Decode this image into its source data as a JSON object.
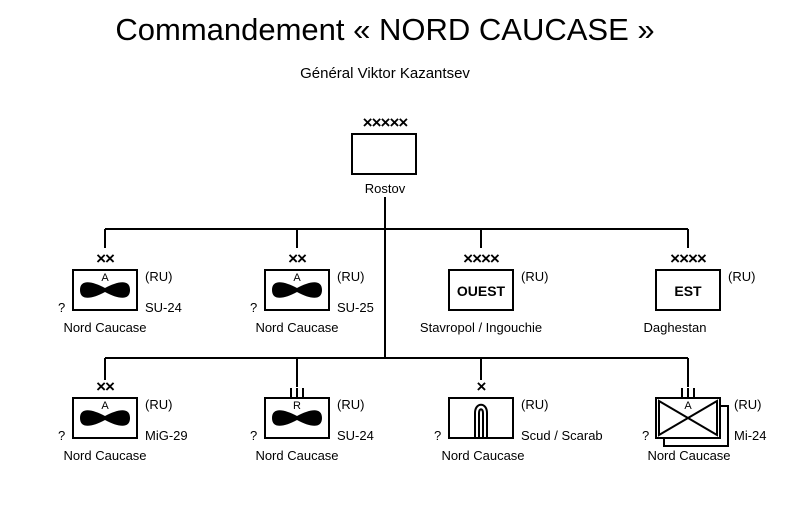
{
  "title": "Commandement « NORD CAUCASE »",
  "subtitle": "Général Viktor Kazantsev",
  "hq": {
    "echelon": "×××××",
    "caption": "Rostov"
  },
  "units": [
    {
      "echelon": "××",
      "country": "(RU)",
      "question": "?",
      "type_label": "SU-24",
      "caption": "Nord Caucase",
      "box_letter": "A"
    },
    {
      "echelon": "××",
      "country": "(RU)",
      "question": "?",
      "type_label": "SU-25",
      "caption": "Nord Caucase",
      "box_letter": "A"
    },
    {
      "echelon": "××××",
      "country": "(RU)",
      "box_text": "OUEST",
      "caption": "Stavropol / Ingouchie"
    },
    {
      "echelon": "××××",
      "country": "(RU)",
      "box_text": "EST",
      "caption": "Daghestan"
    },
    {
      "echelon": "××",
      "country": "(RU)",
      "question": "?",
      "type_label": "MiG-29",
      "caption": "Nord Caucase",
      "box_letter": "A"
    },
    {
      "echelon": "|||",
      "country": "(RU)",
      "question": "?",
      "type_label": "SU-24",
      "caption": "Nord Caucase",
      "box_letter": "R"
    },
    {
      "echelon": "×",
      "country": "(RU)",
      "question": "?",
      "type_label": "Scud / Scarab",
      "caption": "Nord Caucase"
    },
    {
      "echelon": "|||",
      "country": "(RU)",
      "question": "?",
      "type_label": "Mi-24",
      "caption": "Nord Caucase",
      "box_letter": "A"
    }
  ]
}
